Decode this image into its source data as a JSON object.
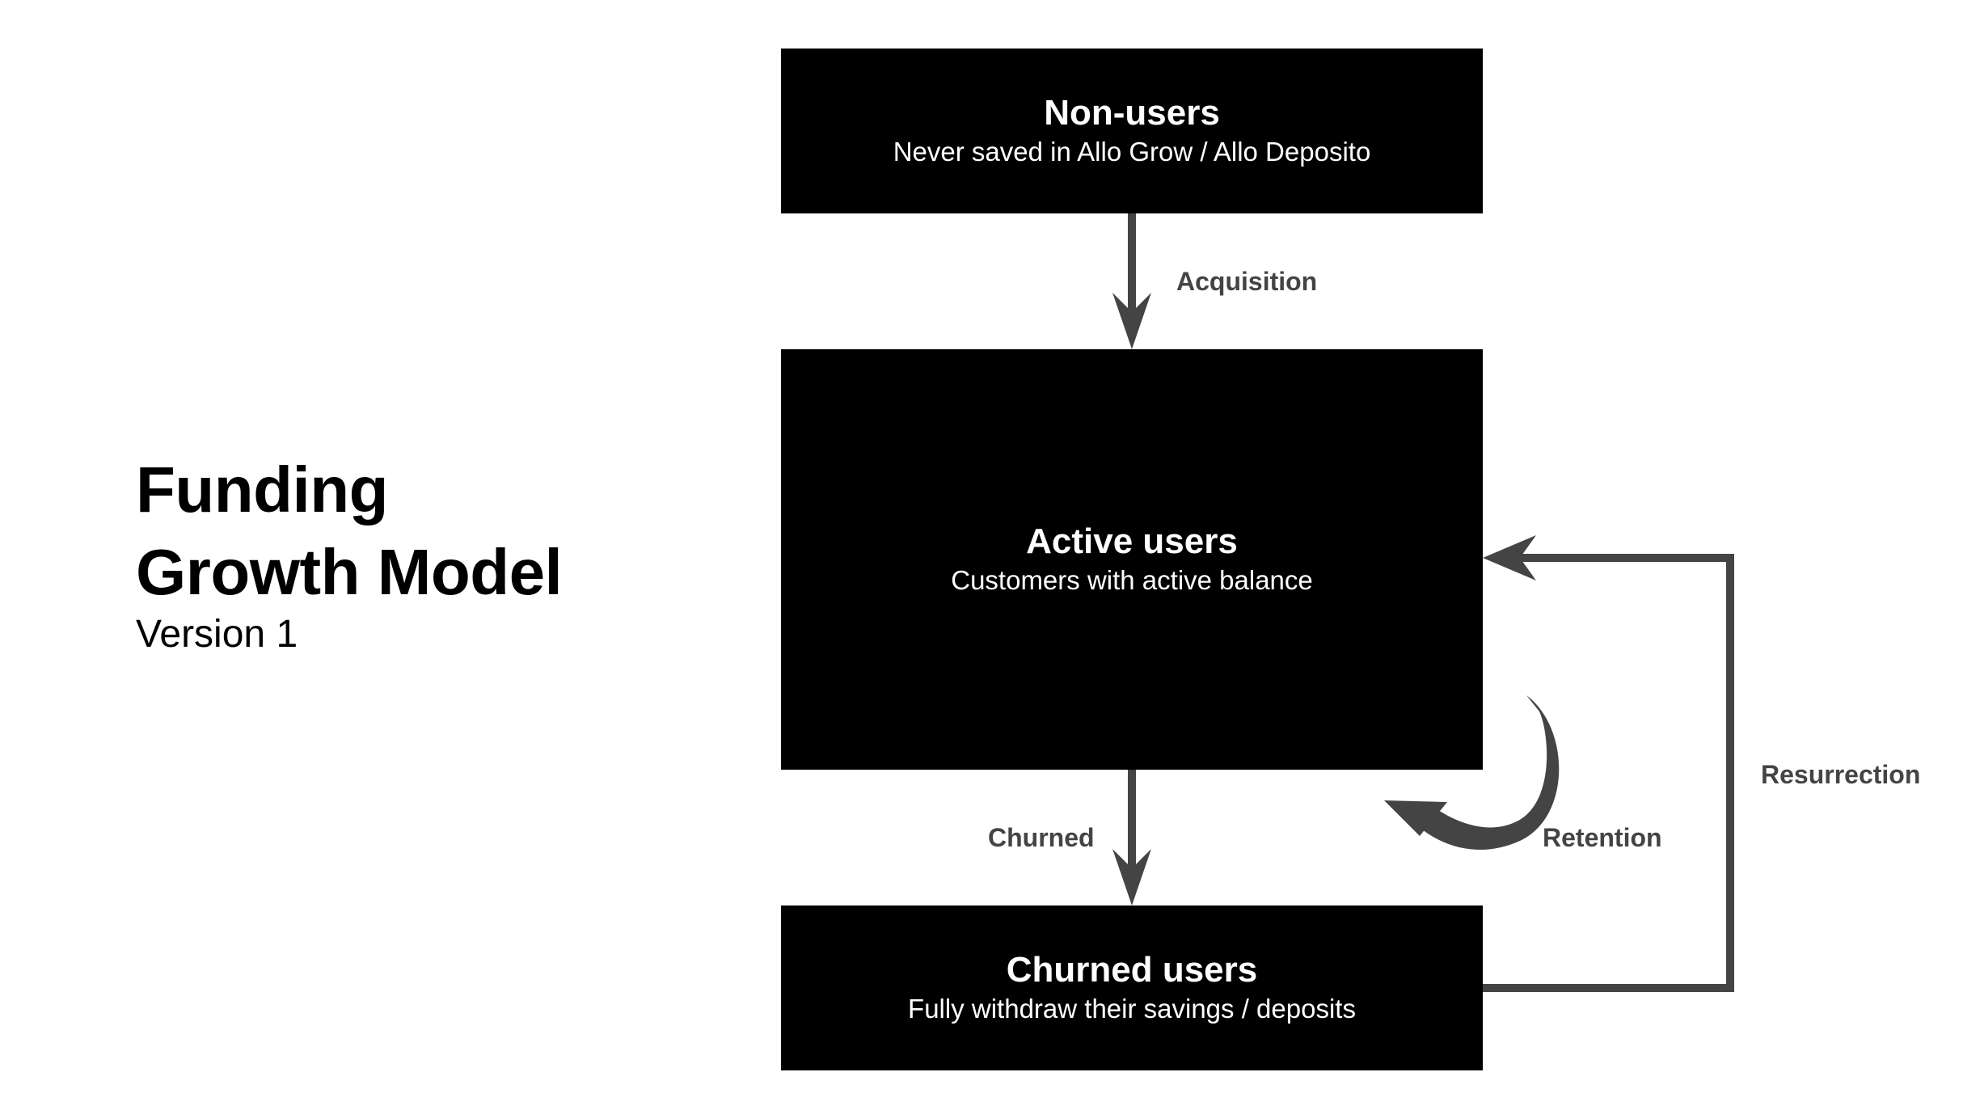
{
  "title": {
    "line1": "Funding",
    "line2": "Growth Model",
    "version": "Version 1"
  },
  "nodes": {
    "non_users": {
      "title": "Non-users",
      "subtitle": "Never saved in Allo Grow / Allo Deposito"
    },
    "active_users": {
      "title": "Active users",
      "subtitle": "Customers with active balance"
    },
    "churned_users": {
      "title": "Churned users",
      "subtitle": "Fully withdraw their savings / deposits"
    }
  },
  "edges": {
    "acquisition": "Acquisition",
    "churned": "Churned",
    "retention": "Retention",
    "resurrection": "Resurrection"
  },
  "colors": {
    "box_fill": "#000000",
    "box_text": "#ffffff",
    "arrow": "#444444",
    "label": "#444444"
  }
}
